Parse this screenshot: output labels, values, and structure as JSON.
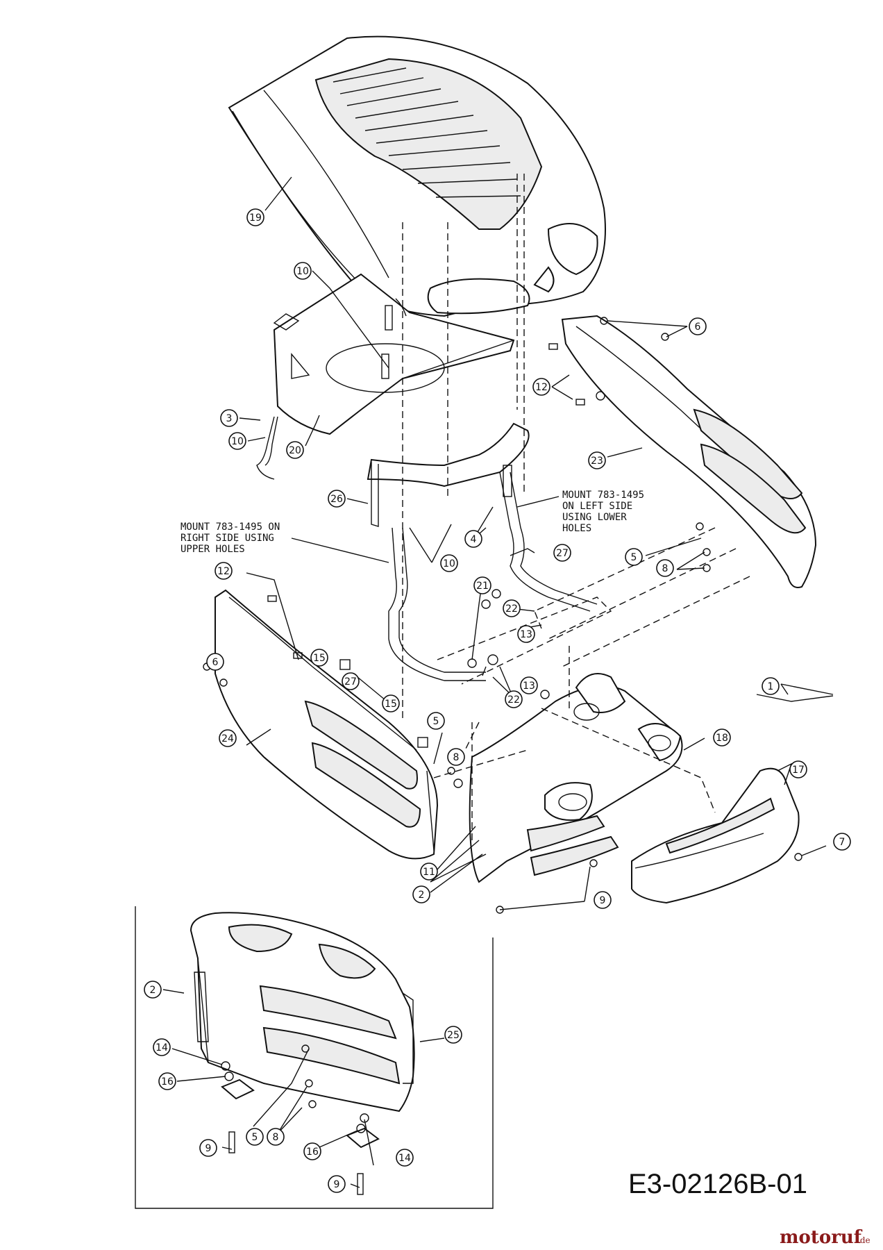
{
  "callouts": [
    {
      "id": "c19",
      "label": "19"
    },
    {
      "id": "c10a",
      "label": "10"
    },
    {
      "id": "c3",
      "label": "3"
    },
    {
      "id": "c10b",
      "label": "10"
    },
    {
      "id": "c20",
      "label": "20"
    },
    {
      "id": "c6a",
      "label": "6"
    },
    {
      "id": "c12a",
      "label": "12"
    },
    {
      "id": "c23",
      "label": "23"
    },
    {
      "id": "c26",
      "label": "26"
    },
    {
      "id": "c4",
      "label": "4"
    },
    {
      "id": "c10c",
      "label": "10"
    },
    {
      "id": "c27a",
      "label": "27"
    },
    {
      "id": "c5a",
      "label": "5"
    },
    {
      "id": "c8a",
      "label": "8"
    },
    {
      "id": "c12b",
      "label": "12"
    },
    {
      "id": "c21",
      "label": "21"
    },
    {
      "id": "c22a",
      "label": "22"
    },
    {
      "id": "c13a",
      "label": "13"
    },
    {
      "id": "c27b",
      "label": "27"
    },
    {
      "id": "c15a",
      "label": "15"
    },
    {
      "id": "c6b",
      "label": "6"
    },
    {
      "id": "c13b",
      "label": "13"
    },
    {
      "id": "c22b",
      "label": "22"
    },
    {
      "id": "c1",
      "label": "1"
    },
    {
      "id": "c15b",
      "label": "15"
    },
    {
      "id": "c24",
      "label": "24"
    },
    {
      "id": "c5b",
      "label": "5"
    },
    {
      "id": "c8b",
      "label": "8"
    },
    {
      "id": "c18",
      "label": "18"
    },
    {
      "id": "c17",
      "label": "17"
    },
    {
      "id": "c7",
      "label": "7"
    },
    {
      "id": "c11",
      "label": "11"
    },
    {
      "id": "c2a",
      "label": "2"
    },
    {
      "id": "c9a",
      "label": "9"
    },
    {
      "id": "c2b",
      "label": "2"
    },
    {
      "id": "c25",
      "label": "25"
    },
    {
      "id": "c14a",
      "label": "14"
    },
    {
      "id": "c16a",
      "label": "16"
    },
    {
      "id": "c5c",
      "label": "5"
    },
    {
      "id": "c8c",
      "label": "8"
    },
    {
      "id": "c9b",
      "label": "9"
    },
    {
      "id": "c16b",
      "label": "16"
    },
    {
      "id": "c14b",
      "label": "14"
    },
    {
      "id": "c9c",
      "label": "9"
    }
  ],
  "notes": {
    "left_side": [
      "MOUNT 783-1495",
      "ON LEFT SIDE",
      "USING LOWER",
      "HOLES"
    ],
    "right_side": [
      "MOUNT 783-1495 ON",
      "RIGHT SIDE USING",
      "UPPER HOLES"
    ]
  },
  "drawing_code": "E3-02126B-01",
  "watermark": {
    "name": "motoruf",
    "domain": ".de"
  }
}
